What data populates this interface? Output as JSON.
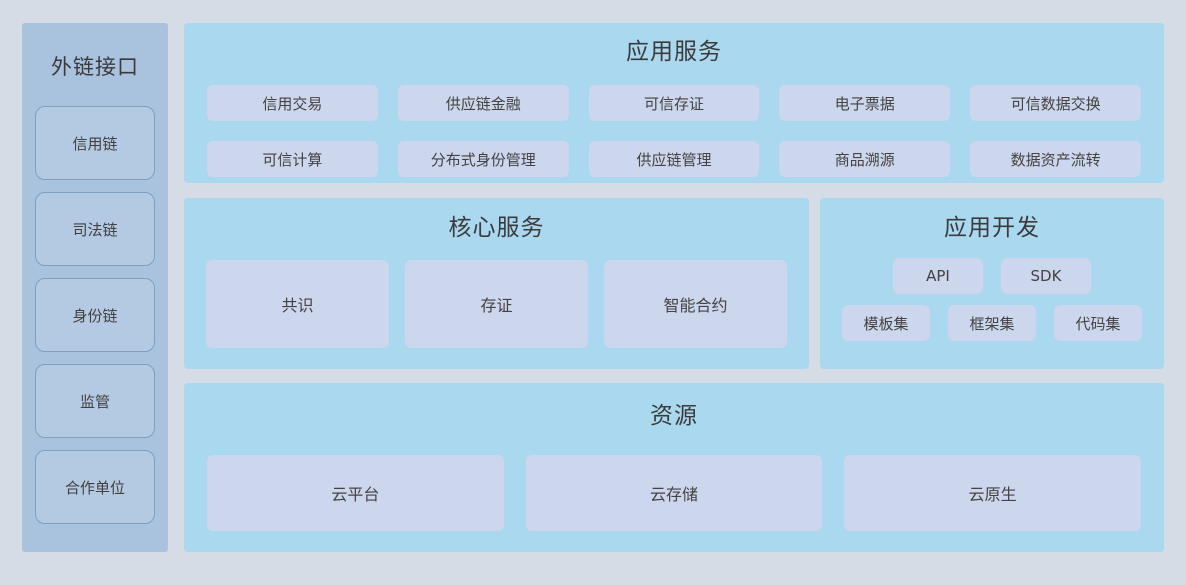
{
  "colors": {
    "page_background": "#d5dce6",
    "sidebar_background": "#a9c2de",
    "sidebar_item_background": "#b4cae2",
    "sidebar_item_border": "#7f9ec1",
    "panel_background": "#a9d8ef",
    "card_background": "#ccd6ec",
    "text": "#3b3b3b"
  },
  "sidebar": {
    "title": "外链接口",
    "items": [
      {
        "label": "信用链"
      },
      {
        "label": "司法链"
      },
      {
        "label": "身份链"
      },
      {
        "label": "监管"
      },
      {
        "label": "合作单位"
      }
    ]
  },
  "app_services": {
    "title": "应用服务",
    "cards": [
      {
        "label": "信用交易"
      },
      {
        "label": "供应链金融"
      },
      {
        "label": "可信存证"
      },
      {
        "label": "电子票据"
      },
      {
        "label": "可信数据交换"
      },
      {
        "label": "可信计算"
      },
      {
        "label": "分布式身份管理"
      },
      {
        "label": "供应链管理"
      },
      {
        "label": "商品溯源"
      },
      {
        "label": "数据资产流转"
      }
    ]
  },
  "core_services": {
    "title": "核心服务",
    "cards": [
      {
        "label": "共识"
      },
      {
        "label": "存证"
      },
      {
        "label": "智能合约"
      }
    ]
  },
  "app_development": {
    "title": "应用开发",
    "row1": [
      {
        "label": "API"
      },
      {
        "label": "SDK"
      }
    ],
    "row2": [
      {
        "label": "模板集"
      },
      {
        "label": "框架集"
      },
      {
        "label": "代码集"
      }
    ]
  },
  "resources": {
    "title": "资源",
    "cards": [
      {
        "label": "云平台"
      },
      {
        "label": "云存储"
      },
      {
        "label": "云原生"
      }
    ]
  }
}
